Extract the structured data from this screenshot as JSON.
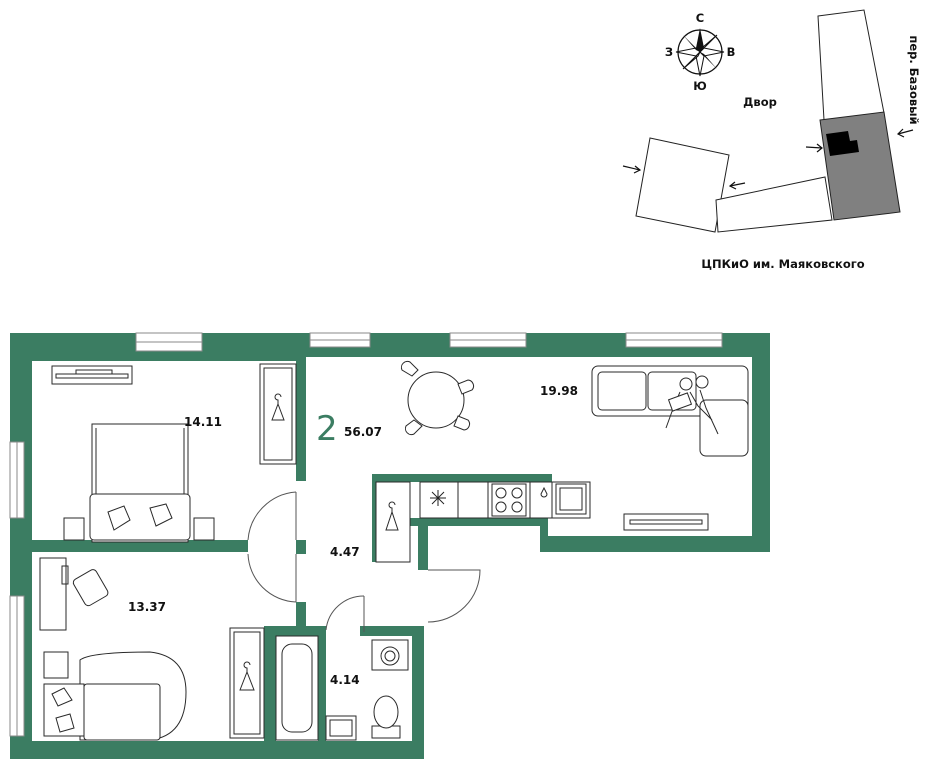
{
  "compass": {
    "north": "С",
    "south": "Ю",
    "west": "З",
    "east": "В"
  },
  "site_map": {
    "yard_label": "Двор",
    "street_label": "пер. Базовый",
    "park_label": "ЦПКиО им. Маяковского"
  },
  "apartment": {
    "rooms_count": "2",
    "total_area": "56.07"
  },
  "rooms": {
    "bedroom": "14.11",
    "living_kitchen": "19.98",
    "hallway": "4.47",
    "second_room": "13.37",
    "bathroom": "4.14"
  },
  "colors": {
    "wall": "#3b7d62",
    "text": "#111111",
    "building": "#808080",
    "section": "#000000"
  }
}
